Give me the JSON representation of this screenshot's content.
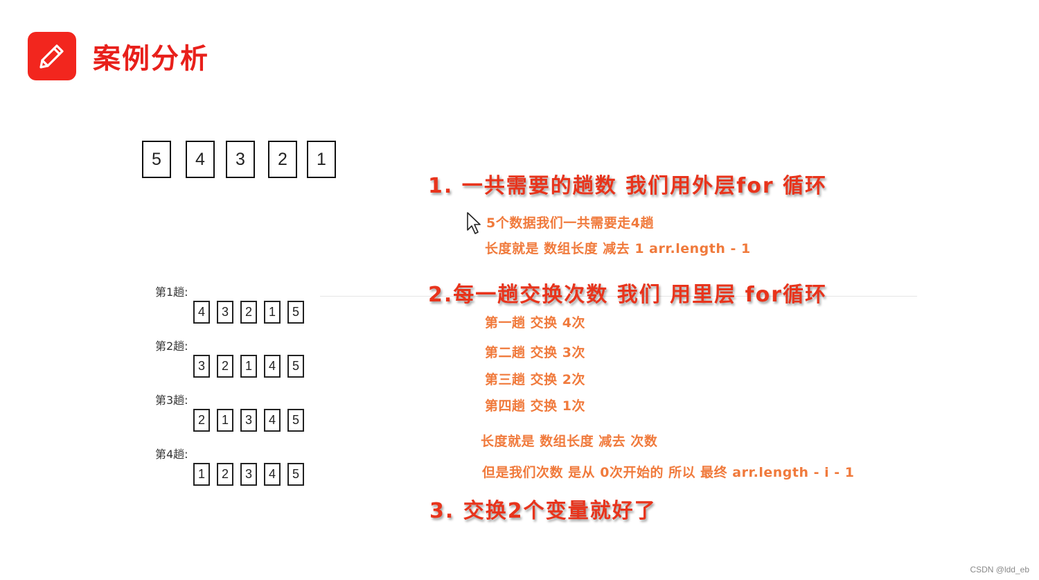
{
  "header": {
    "title": "案例分析",
    "icon": "pencil-icon"
  },
  "top_array": [
    "5",
    "4",
    "3",
    "2",
    "1"
  ],
  "passes": [
    {
      "label": "第1趟:",
      "values": [
        "4",
        "3",
        "2",
        "1",
        "5"
      ]
    },
    {
      "label": "第2趟:",
      "values": [
        "3",
        "2",
        "1",
        "4",
        "5"
      ]
    },
    {
      "label": "第3趟:",
      "values": [
        "2",
        "1",
        "3",
        "4",
        "5"
      ]
    },
    {
      "label": "第4趟:",
      "values": [
        "1",
        "2",
        "3",
        "4",
        "5"
      ]
    }
  ],
  "headings": {
    "h1": "1. 一共需要的趟数 我们用外层for 循环",
    "h2": "2.每一趟交换次数 我们 用里层 for循环",
    "h3": "3. 交换2个变量就好了"
  },
  "notes": {
    "n1": "5个数据我们一共需要走4趟",
    "n2": "长度就是 数组长度 减去 1   arr.length - 1",
    "n3": "第一趟 交换 4次",
    "n4": "第二趟 交换 3次",
    "n5": "第三趟 交换 2次",
    "n6": "第四趟 交换 1次",
    "n7": "长度就是 数组长度 减去  次数",
    "n8": "但是我们次数 是从 0次开始的    所以  最终  arr.length - i - 1"
  },
  "watermark": "CSDN @ldd_eb",
  "colors": {
    "accent": "#f2261e",
    "heading": "#e8341c",
    "note": "#f07a3c"
  }
}
